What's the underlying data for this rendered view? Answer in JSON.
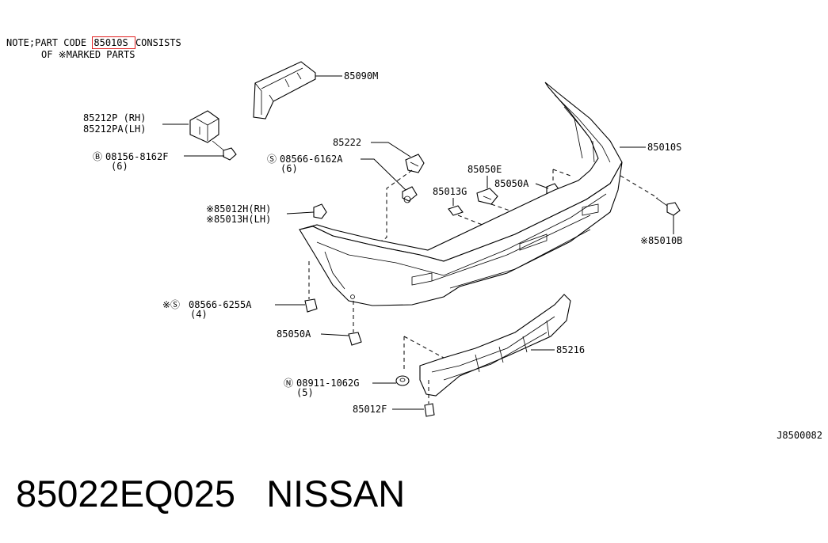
{
  "note": {
    "line1_prefix": "NOTE;PART CODE ",
    "line1_code": "85010S ",
    "line1_suffix": "CONSISTS",
    "line2": "OF ※MARKED PARTS",
    "highlight_color": "#e02020"
  },
  "callouts": {
    "c85090M": "85090M",
    "c85212P": "85212P (RH)",
    "c85212PA": "85212PA(LH)",
    "c08156_prefix": "Ⓑ",
    "c08156": "08156-8162F",
    "c08156_qty": "(6)",
    "c85222": "85222",
    "c08566a_prefix": "Ⓢ",
    "c08566a": "08566-6162A",
    "c08566a_qty": "(6)",
    "c85050E": "85050E",
    "c85013G": "85013G",
    "c85050A_top": "85050A",
    "c85010S": "85010S",
    "c85012H": "※85012H(RH)",
    "c85013H": "※85013H(LH)",
    "c85010B": "※85010B",
    "c08566b_prefix": "※Ⓢ",
    "c08566b": "08566-6255A",
    "c08566b_qty": "(4)",
    "c85050A_bot": "85050A",
    "c85216": "85216",
    "c08911_prefix": "Ⓝ",
    "c08911": "08911-1062G",
    "c08911_qty": "(5)",
    "c85012F": "85012F"
  },
  "diagram_id": "J8500082",
  "caption": "85022EQ025   NISSAN"
}
